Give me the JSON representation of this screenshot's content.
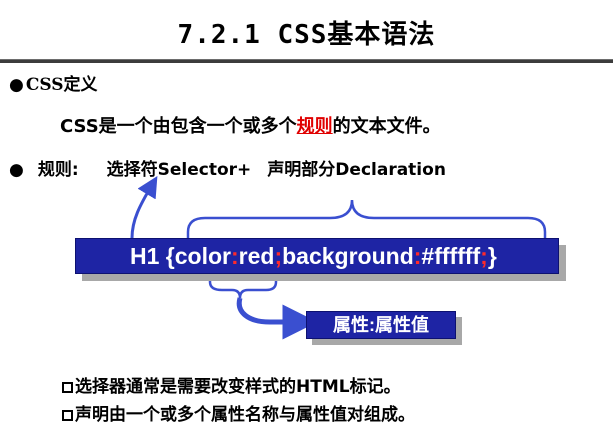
{
  "slide": {
    "title": "7.2.1 CSS基本语法",
    "definition_bullet": "CSS定义",
    "definition_pre": "CSS是一个由包含一个或多个",
    "definition_highlight": "规则",
    "definition_post": "的文本文件。",
    "rule_label": "规则:",
    "selector_part": "选择符Selector+",
    "declaration_part": "声明部分Declaration",
    "code": {
      "selector": "H1 {",
      "prop1": "color",
      "colon1": ":",
      "val1": "red",
      "semi1": ";",
      "prop2": "background",
      "colon2": ":",
      "val2": "#ffffff",
      "semi2": ";",
      "close": "}"
    },
    "attr_label": "属性:属性值",
    "notes": [
      "选择器通常是需要改变样式的HTML标记。",
      "声明由一个或多个属性名称与属性值对组成。"
    ]
  },
  "colors": {
    "box_fill": "#1e24a4",
    "highlight": "#e00000",
    "code_red": "#ff2a2a",
    "callout_stroke": "#3a4fd0"
  }
}
